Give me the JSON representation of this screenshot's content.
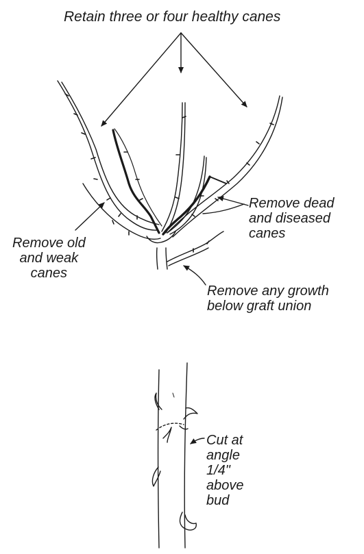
{
  "labels": {
    "retain": "Retain three or four healthy canes",
    "remove_dead": [
      "Remove dead",
      "and diseased",
      "canes"
    ],
    "remove_old": [
      "Remove old",
      "and weak",
      "canes"
    ],
    "remove_growth": [
      "Remove any growth",
      "below graft union"
    ],
    "cut": [
      "Cut at",
      "angle",
      "1/4\"",
      "above",
      "bud"
    ]
  },
  "colors": {
    "ink": "#1a1a1a",
    "background": "#ffffff"
  }
}
